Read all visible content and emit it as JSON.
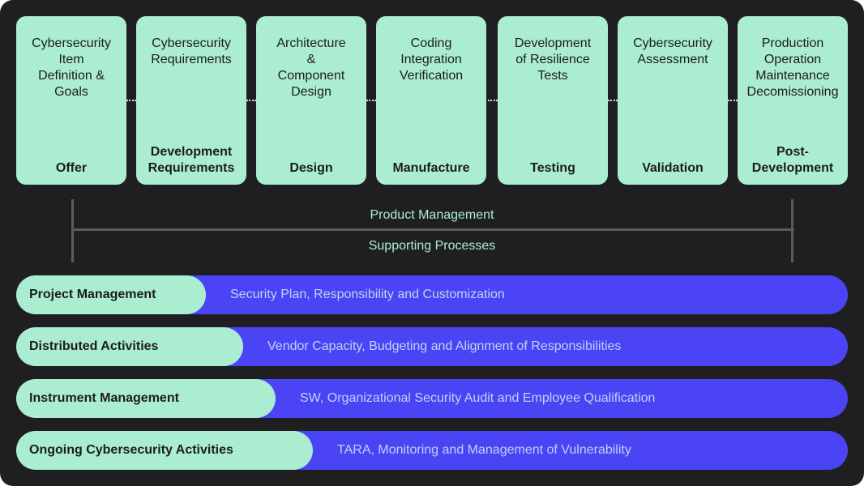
{
  "stages": [
    {
      "description": "Cybersecurity\nItem\nDefinition &\nGoals",
      "phase": "Offer"
    },
    {
      "description": "Cybersecurity\nRequirements",
      "phase": "Development\nRequirements"
    },
    {
      "description": "Architecture\n&\nComponent\nDesign",
      "phase": "Design"
    },
    {
      "description": "Coding\nIntegration\nVerification",
      "phase": "Manufacture"
    },
    {
      "description": "Development\nof Resilience\nTests",
      "phase": "Testing"
    },
    {
      "description": "Cybersecurity\nAssessment",
      "phase": "Validation"
    },
    {
      "description": "Production\nOperation\nMaintenance\nDecomissioning",
      "phase": "Post-\nDevelopment"
    }
  ],
  "middle": {
    "top_label": "Product Management",
    "bottom_label": "Supporting Processes"
  },
  "activities": [
    {
      "name": "Project Management",
      "description": "Security Plan, Responsibility and Customization"
    },
    {
      "name": "Distributed Activities",
      "description": "Vendor Capacity, Budgeting and Alignment of Responsibilities"
    },
    {
      "name": "Instrument Management",
      "description": "SW, Organizational Security Audit and Employee Qualification"
    },
    {
      "name": "Ongoing Cybersecurity Activities",
      "description": "TARA, Monitoring and Management of Vulnerability"
    }
  ],
  "colors": {
    "background": "#1f1f21",
    "mint": "#abedd1",
    "blue": "#4b44f4",
    "bar_text": "#b9d5f7"
  }
}
